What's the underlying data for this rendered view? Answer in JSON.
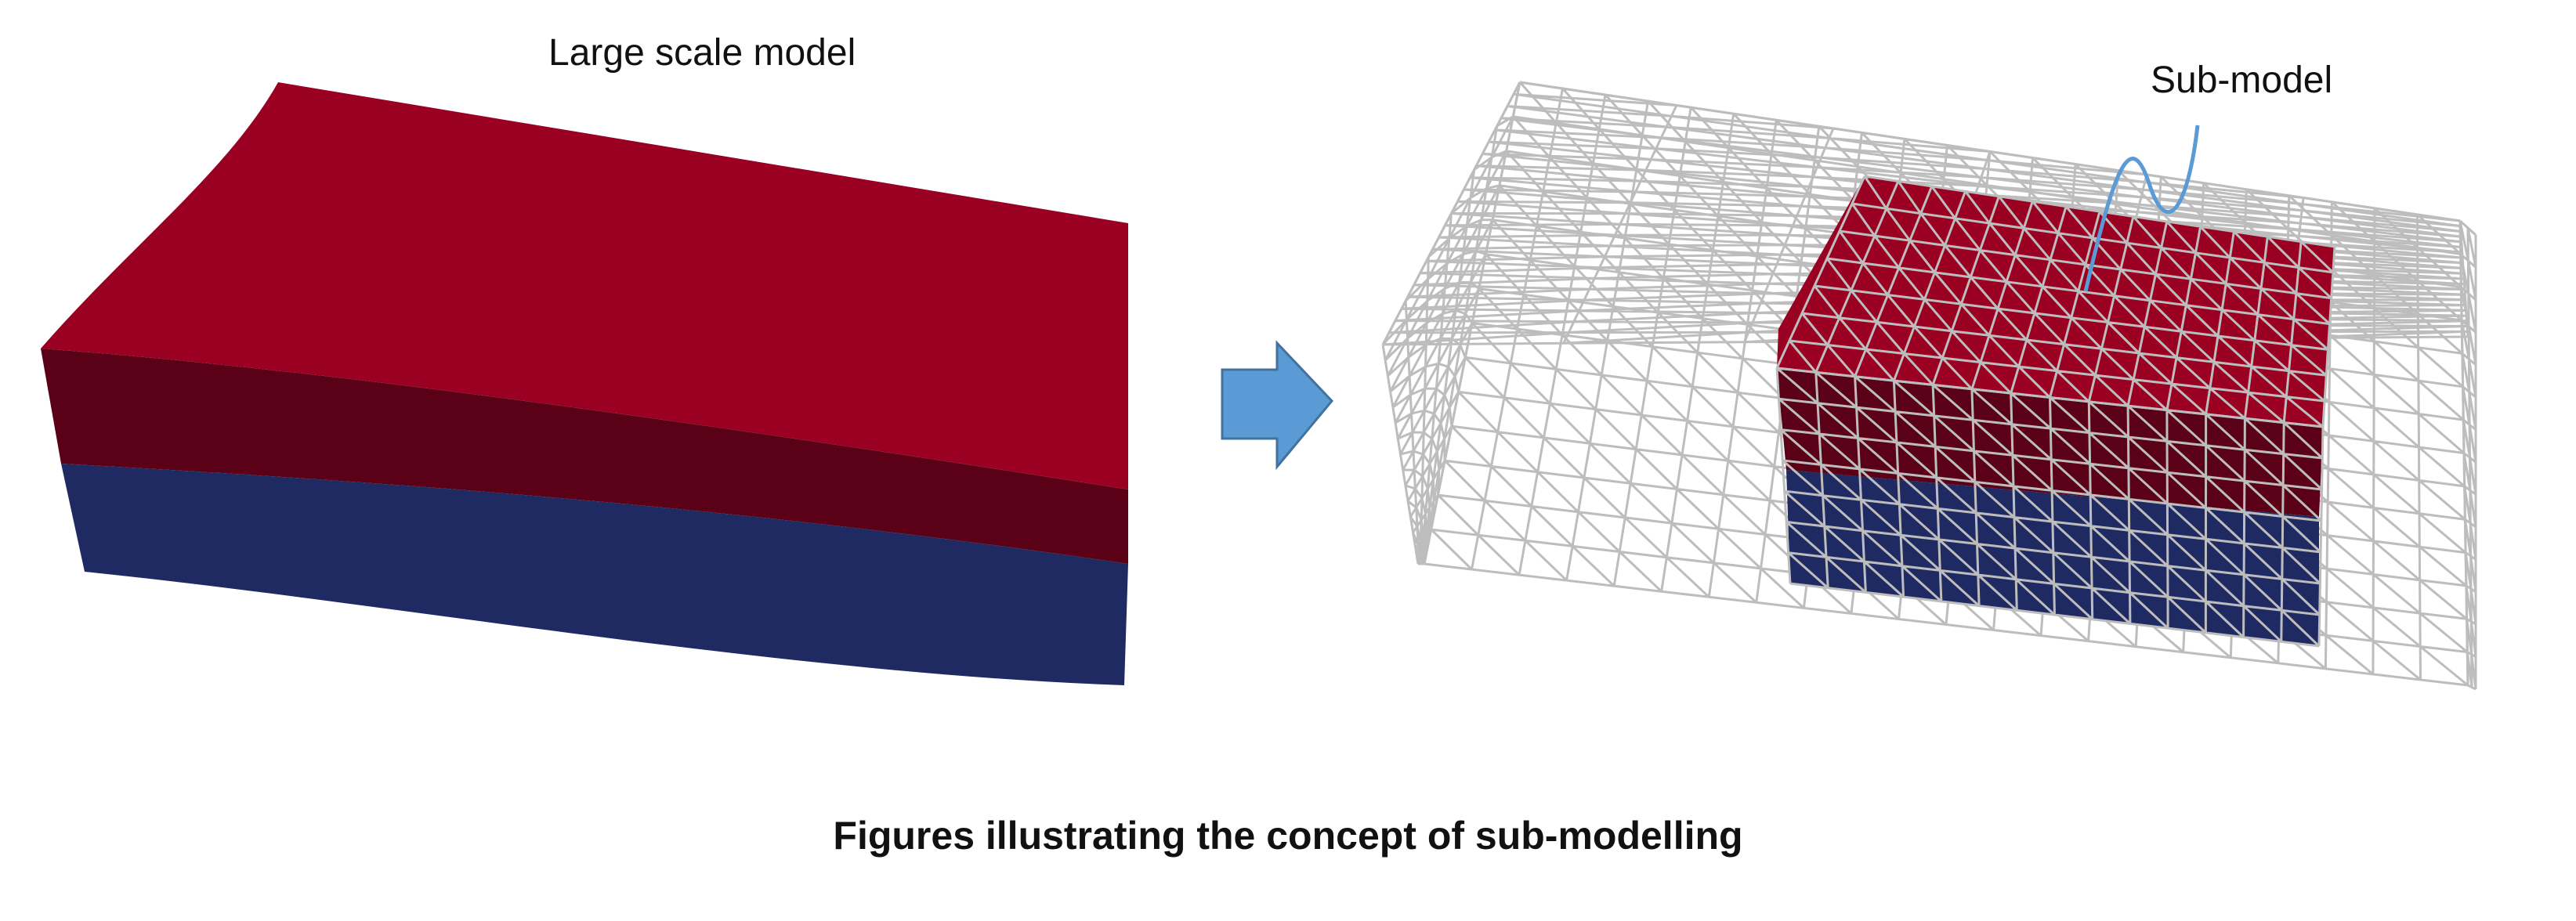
{
  "figure": {
    "left_title": "Large scale model",
    "right_title": "Sub-model",
    "caption": "Figures illustrating the concept of sub-modelling"
  },
  "colors": {
    "top_layer": "#9a0022",
    "top_layer_side": "#5a0017",
    "bottom_layer": "#1f2a63",
    "arrow": "#5b9bd5",
    "arrow_stroke": "#41719c",
    "mesh": "#bdbdbd",
    "callout_line": "#5b9bd5"
  },
  "icons": {
    "arrow": "right-arrow-icon"
  }
}
